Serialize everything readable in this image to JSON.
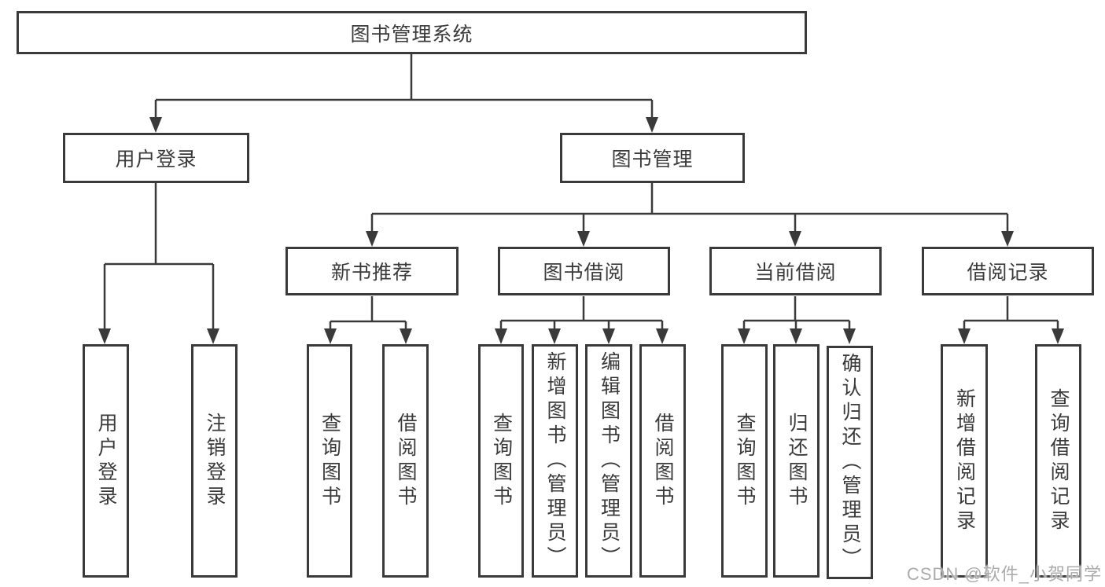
{
  "diagram": {
    "type": "hierarchy-tree",
    "tree": {
      "label": "图书管理系统",
      "children": [
        {
          "label": "用户登录",
          "children": [
            {
              "label": "用户登录"
            },
            {
              "label": "注销登录"
            }
          ]
        },
        {
          "label": "图书管理",
          "children": [
            {
              "label": "新书推荐",
              "children": [
                {
                  "label": "查询图书"
                },
                {
                  "label": "借阅图书"
                }
              ]
            },
            {
              "label": "图书借阅",
              "children": [
                {
                  "label": "查询图书"
                },
                {
                  "label": "新增图书（管理员）"
                },
                {
                  "label": "编辑图书（管理员）"
                },
                {
                  "label": "借阅图书"
                }
              ]
            },
            {
              "label": "当前借阅",
              "children": [
                {
                  "label": "查询图书"
                },
                {
                  "label": "归还图书"
                },
                {
                  "label": "确认归还（管理员）"
                }
              ]
            },
            {
              "label": "借阅记录",
              "children": [
                {
                  "label": "新增借阅记录"
                },
                {
                  "label": "查询借阅记录"
                }
              ]
            }
          ]
        }
      ]
    },
    "colors": {
      "line": "#3a3a3a",
      "text": "#3a3a3a",
      "background": "#ffffff",
      "watermark": "#ababab"
    }
  },
  "watermark": {
    "text": "CSDN @软件_小贺同学"
  }
}
